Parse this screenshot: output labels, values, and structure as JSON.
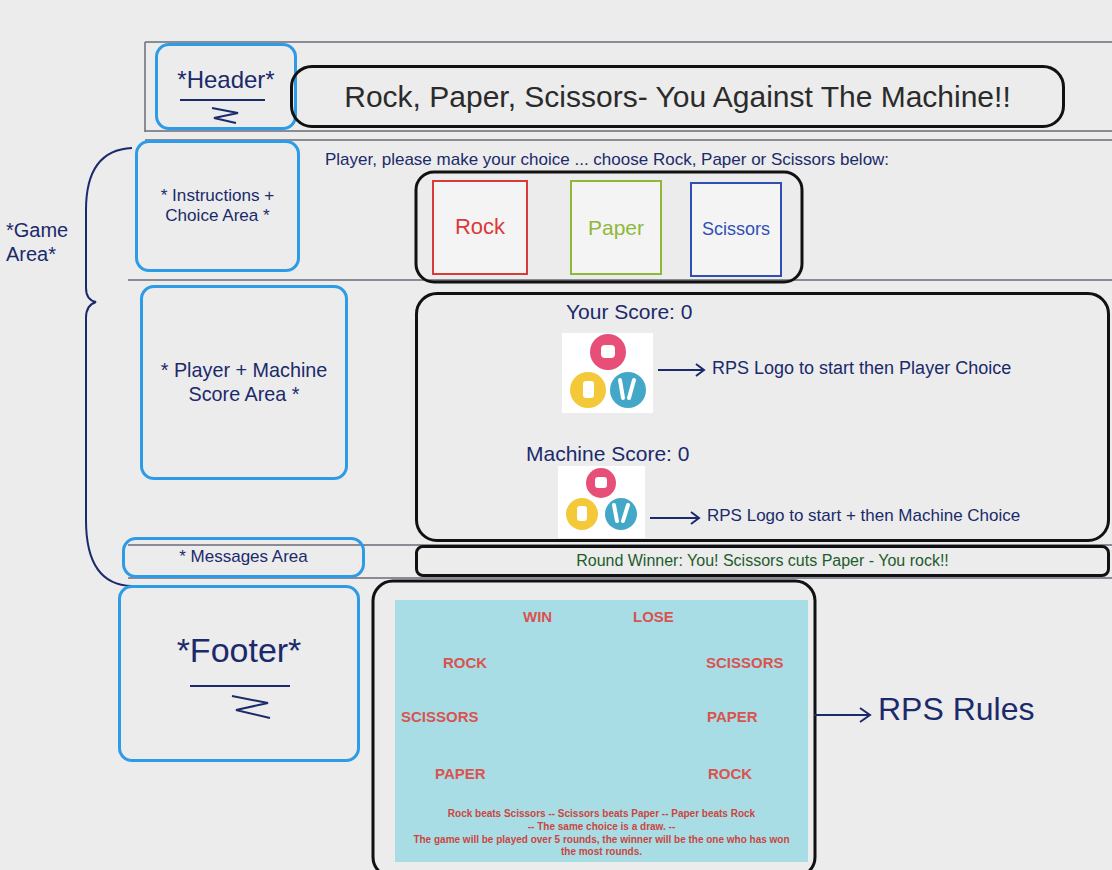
{
  "diagram": {
    "nodes": [
      {
        "text": [
          "*Header*"
        ]
      },
      {
        "text": [
          "Rock, Paper, Scissors- You Against The Machine!!"
        ]
      },
      {
        "text": [
          "* Instructions + Choice Area *"
        ]
      },
      {
        "text": [
          "Rock"
        ]
      },
      {
        "text": [
          "Paper"
        ]
      },
      {
        "text": [
          "Scissors"
        ]
      },
      {
        "text": [
          "* Player + Machine Score Area *"
        ]
      },
      {
        "text": [
          "Your Score: 0",
          "Machine Score: 0"
        ]
      },
      {
        "text": [
          "* Messages Area"
        ]
      },
      {
        "text": [
          "Round Winner: You! Scissors cuts Paper - You rock!!"
        ]
      },
      {
        "text": [
          "*Footer*"
        ]
      },
      {
        "text": [
          "WIN",
          "LOSE",
          "ROCK",
          "SCISSORS",
          "SCISSORS",
          "PAPER",
          "PAPER",
          "ROCK",
          "Rock beats Scissors -- Scissors beats Paper -- Paper beats Rock",
          "-- The same choice is a draw. --",
          "The game will be played over 5 rounds, the winner will be the one who has won the most rounds."
        ]
      }
    ],
    "labels": [
      "*Game Area*",
      "Player, please make your choice ... choose Rock, Paper or Scissors below:",
      "RPS Logo to start then Player Choice",
      "RPS Logo to start + then Machine Choice",
      "RPS Rules"
    ]
  }
}
